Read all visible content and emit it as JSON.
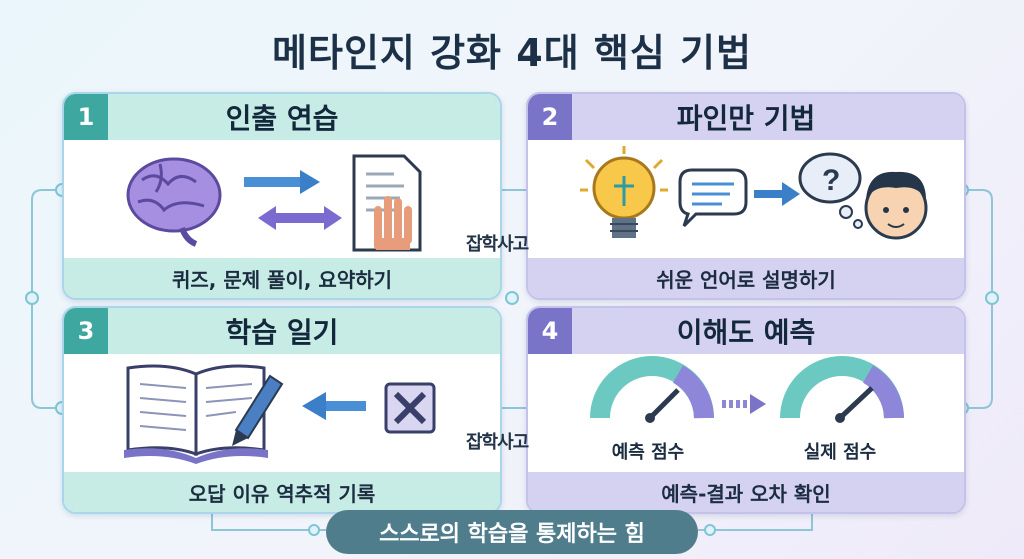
{
  "title": "메타인지 강화 4대 핵심 기법",
  "cards": [
    {
      "number": "1",
      "title": "인출 연습",
      "caption": "퀴즈, 문제 풀이, 요약하기"
    },
    {
      "number": "2",
      "title": "파인만 기법",
      "caption": "쉬운 언어로 설명하기"
    },
    {
      "number": "3",
      "title": "학습 일기",
      "caption": "오답 이유 역추적 기록"
    },
    {
      "number": "4",
      "title": "이해도 예측",
      "caption": "예측-결과 오차 확인"
    }
  ],
  "gauge_labels": {
    "predicted": "예측 점수",
    "actual": "실제 점수"
  },
  "bottom_banner": "스스로의 학습을 통제하는 힘",
  "watermark": "잡학사고",
  "colors": {
    "teal_accent": "#3da7a0",
    "purple_accent": "#7a74c8",
    "banner": "#4f7d8c"
  },
  "icons": [
    "brain-icon",
    "arrows-icon",
    "document-hand-icon",
    "lightbulb-icon",
    "speech-bubble-icon",
    "thought-bubble-icon",
    "boy-face-icon",
    "open-book-icon",
    "pen-icon",
    "checkbox-x-icon",
    "gauge-icon"
  ]
}
